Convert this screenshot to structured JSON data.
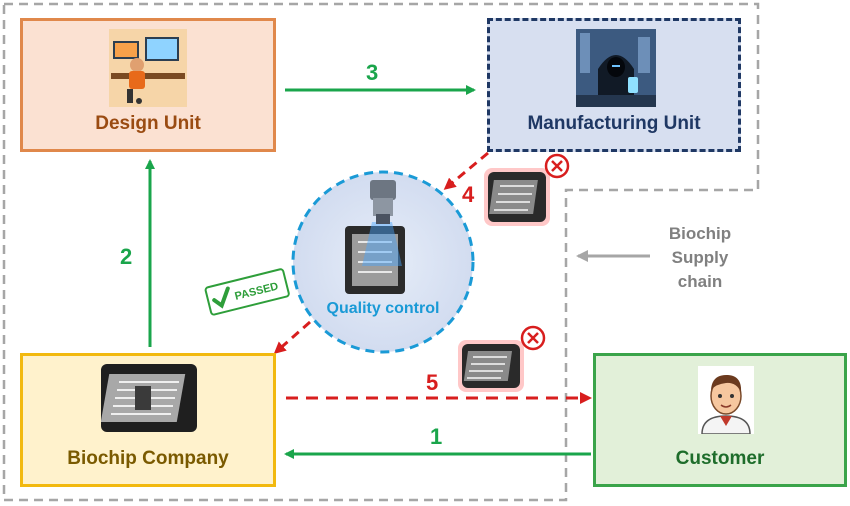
{
  "nodes": {
    "design_unit": "Design Unit",
    "manufacturing_unit": "Manufacturing Unit",
    "biochip_company": "Biochip Company",
    "customer": "Customer",
    "quality_control": "Quality control"
  },
  "supply_chain_label": [
    "Biochip",
    "Supply",
    "chain"
  ],
  "steps": {
    "s1": "1",
    "s2": "2",
    "s3": "3",
    "s4": "4",
    "s5": "5"
  },
  "passed_stamp": "PASSED",
  "colors": {
    "green_flow": "#1aa54b",
    "red_flow": "#d81e1e",
    "qc_blue": "#1a9ad6",
    "boundary_gray": "#a6a6a6"
  },
  "icons": {
    "design": "designer-at-desk-icon",
    "manufacturing": "hooded-manufacturer-icon",
    "company": "biochip-icon",
    "customer": "customer-avatar-icon",
    "qc": "microscope-inspecting-chip-icon",
    "reject": "reject-x-icon"
  }
}
